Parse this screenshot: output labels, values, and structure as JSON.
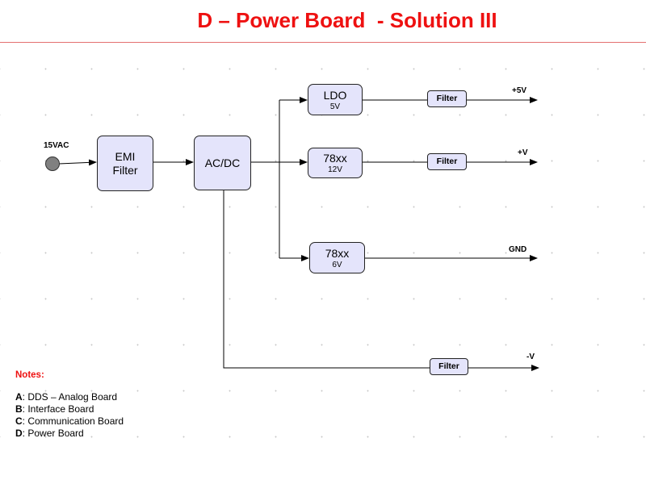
{
  "title": "D – Power Board  - Solution III",
  "input_label": "15VAC",
  "blocks": {
    "emi": "EMI Filter",
    "acdc": "AC/DC",
    "ldo": {
      "name": "LDO",
      "voltage": "5V"
    },
    "reg12": {
      "name": "78xx",
      "voltage": "12V"
    },
    "reg6": {
      "name": "78xx",
      "voltage": "6V"
    },
    "filter": "Filter"
  },
  "outputs": {
    "plus5v": "+5V",
    "plusv": "+V",
    "gnd": "GND",
    "minusv": "-V"
  },
  "notes": {
    "title": "Notes:",
    "items": [
      {
        "key": "A",
        "sep": ": ",
        "text": "DDS – Analog Board"
      },
      {
        "key": "B",
        "sep": ": ",
        "text": "Interface Board"
      },
      {
        "key": "C",
        "sep": ": ",
        "text": "Communication Board"
      },
      {
        "key": "D",
        "sep": ": ",
        "text": "Power Board"
      }
    ]
  },
  "colors": {
    "title": "#ee1111",
    "block_fill": "#e4e4fb",
    "input_node": "#808080"
  }
}
